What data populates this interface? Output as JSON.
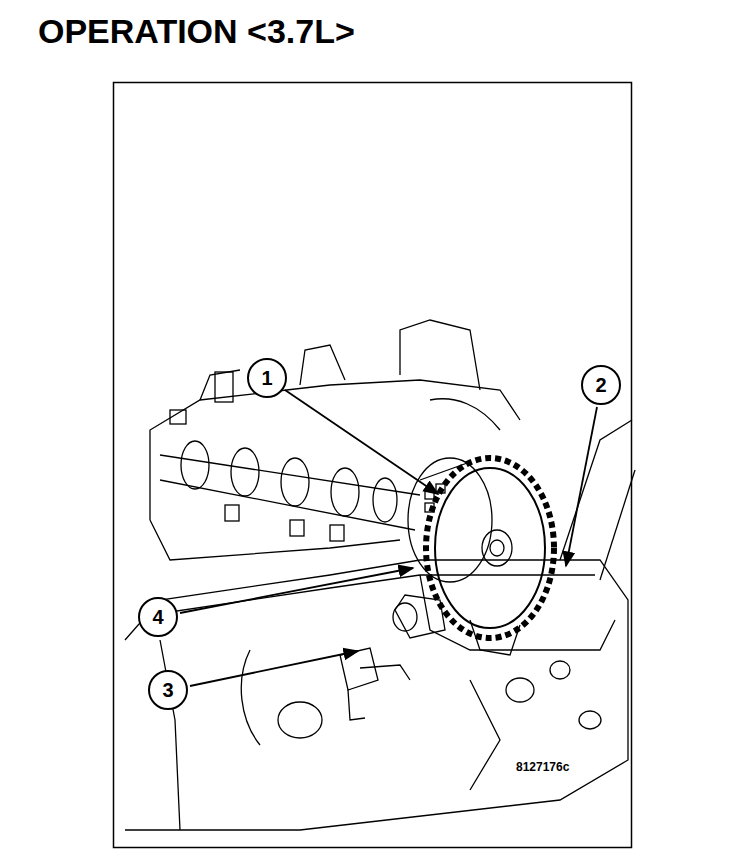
{
  "diagram": {
    "title": "OPERATION <3.7L>",
    "nodes": [
      {
        "text": [
          "1"
        ]
      },
      {
        "text": [
          "2"
        ]
      },
      {
        "text": [
          "4"
        ]
      },
      {
        "text": [
          "3"
        ]
      }
    ],
    "labels": [
      "8127176c"
    ]
  }
}
